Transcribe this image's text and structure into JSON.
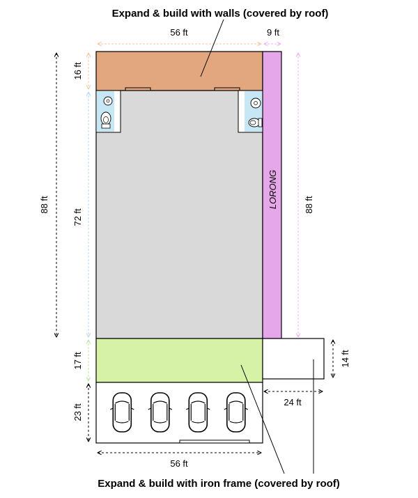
{
  "titles": {
    "top": "Expand & build with walls (covered by roof)",
    "bottom": "Expand & build with iron frame (covered by roof)"
  },
  "dimensions": {
    "top_width": "56 ft",
    "lane_width": "9 ft",
    "roof_depth": "16 ft",
    "total_depth_left": "88 ft",
    "house_depth": "72 ft",
    "lane_length": "88 ft",
    "front_zone_depth": "17 ft",
    "side_extension_depth": "14 ft",
    "side_extension_width": "24 ft",
    "parking_depth": "23 ft",
    "bottom_width": "56 ft"
  },
  "labels": {
    "lane": "LORONG"
  },
  "parking": {
    "car_count": 4
  },
  "colors": {
    "walls_extension": "#e3a77f",
    "house_interior": "#d9d9d9",
    "lane": "#e6a6ea",
    "iron_frame_extension": "#d6f2a6",
    "bathroom": "#c6e7f3",
    "dim_orange": "#f0c8a0",
    "dim_pink": "#efb4ef",
    "dim_green": "#bfe5a8",
    "dim_blue": "#b9d7ec"
  },
  "icons": [
    "toilet-icon",
    "sink-icon",
    "car-icon"
  ]
}
